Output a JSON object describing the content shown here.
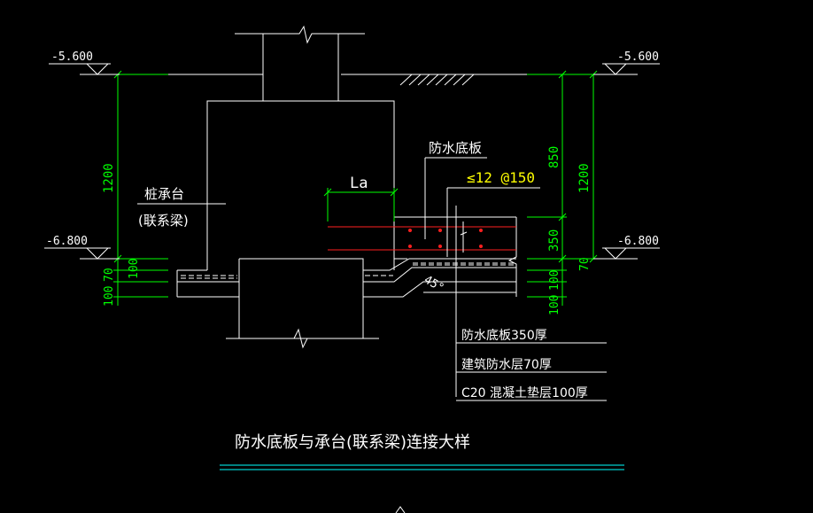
{
  "elevations": {
    "top_left": "-5.600",
    "top_right": "-5.600",
    "bottom_left": "-6.800",
    "bottom_right": "-6.800"
  },
  "dimensions": {
    "left_1200": "1200",
    "right_850": "850",
    "right_1200": "1200",
    "right_350": "350",
    "left_70": "70",
    "left_100a": "100",
    "left_100b": "100",
    "right_70": "70",
    "right_100a": "100",
    "right_100b": "100",
    "anchorage": "La",
    "angle": "45°"
  },
  "labels": {
    "pile_cap": "桩承台",
    "tie_beam": "(联系梁)",
    "waterproof_slab": "防水底板",
    "rebar_spec": "≤12 @150"
  },
  "legend": {
    "layer1": "防水底板350厚",
    "layer2": "建筑防水层70厚",
    "layer3": "C20 混凝土垫层100厚"
  },
  "title": "防水底板与承台(联系梁)连接大样",
  "colors": {
    "line": "#ffffff",
    "dim": "#00ff00",
    "rebar": "#ff2020",
    "text_yellow": "#ffff00",
    "title_line": "#00ffff"
  }
}
